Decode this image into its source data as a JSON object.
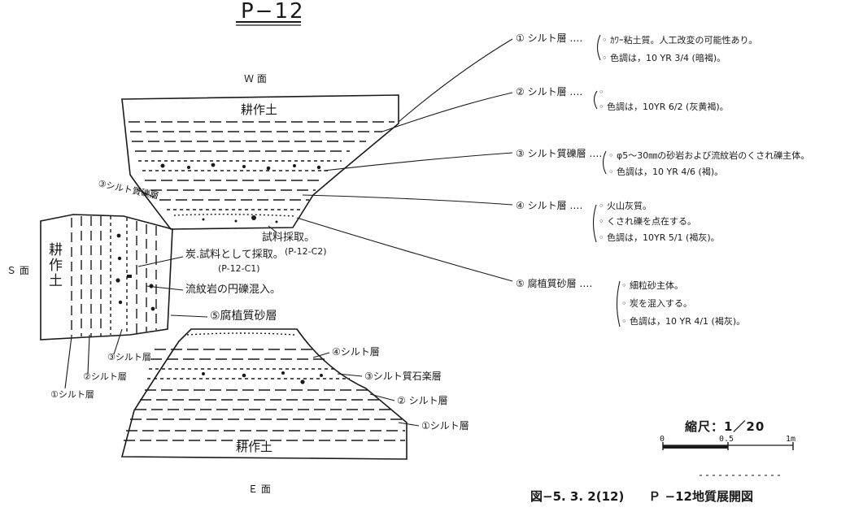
{
  "title": "P−12",
  "faces": {
    "west": "Ｗ 面",
    "south": "Ｓ 面",
    "east": "Ｅ 面"
  },
  "panel_labels": {
    "west_top": "耕作土",
    "east_bottom": "耕作土",
    "south_left": "耕作土"
  },
  "annotations": {
    "west_layer3_tag": "③シルト質礫層",
    "sample_taken": "試料採取。",
    "sample_id_c2": "(P-12-C2)",
    "charcoal_sample": "炭.試料として採取。",
    "sample_id_c1": "(P-12-C1)",
    "rhyolite_mixed": "流紋岩の円礫混入。",
    "layer5_tag": "⑤腐植質砂層",
    "s_layer1": "①シルト層",
    "s_layer2": "②シルト層",
    "s_layer3": "③シルト層",
    "e_layer4": "④シルト層",
    "e_layer3": "③シルト質石楽層",
    "e_layer2": "② シルト層",
    "e_layer1": "①シルト層"
  },
  "legend": [
    {
      "name": "① シルト層 ‥‥",
      "lines": [
        "◦ ｶﾜｰ粘土質。人工改変の可能性あり。",
        "◦ 色調は，10 YR 3/4 (暗褐)。"
      ]
    },
    {
      "name": "② シルト層 ‥‥",
      "lines": [
        "◦",
        "◦ 色調は，10YR 6/2 (灰黄褐)。"
      ]
    },
    {
      "name": "③ シルト質礫層 ‥‥",
      "lines": [
        "◦ φ5〜30㎜の砂岩および流紋岩のくされ礫主体。",
        "◦ 色調は，10 YR 4/6 (褐)。"
      ]
    },
    {
      "name": "④ シルト層 ‥‥",
      "lines": [
        "◦ 火山灰質。",
        "◦ くされ礫を点在する。",
        "◦ 色調は，10YR 5/1 (褐灰)。"
      ]
    },
    {
      "name": "⑤ 腐植質砂層 ‥‥",
      "lines": [
        "◦ 細粒砂主体。",
        "◦ 炭を混入する。",
        "◦ 色調は，10 YR 4/1 (褐灰)。"
      ]
    }
  ],
  "scale": {
    "label": "縮尺：1／20",
    "ticks": [
      "0",
      "0.5",
      "1m"
    ]
  },
  "caption": "図−5. 3. 2(12)　　Ｐ −12地質展開図"
}
